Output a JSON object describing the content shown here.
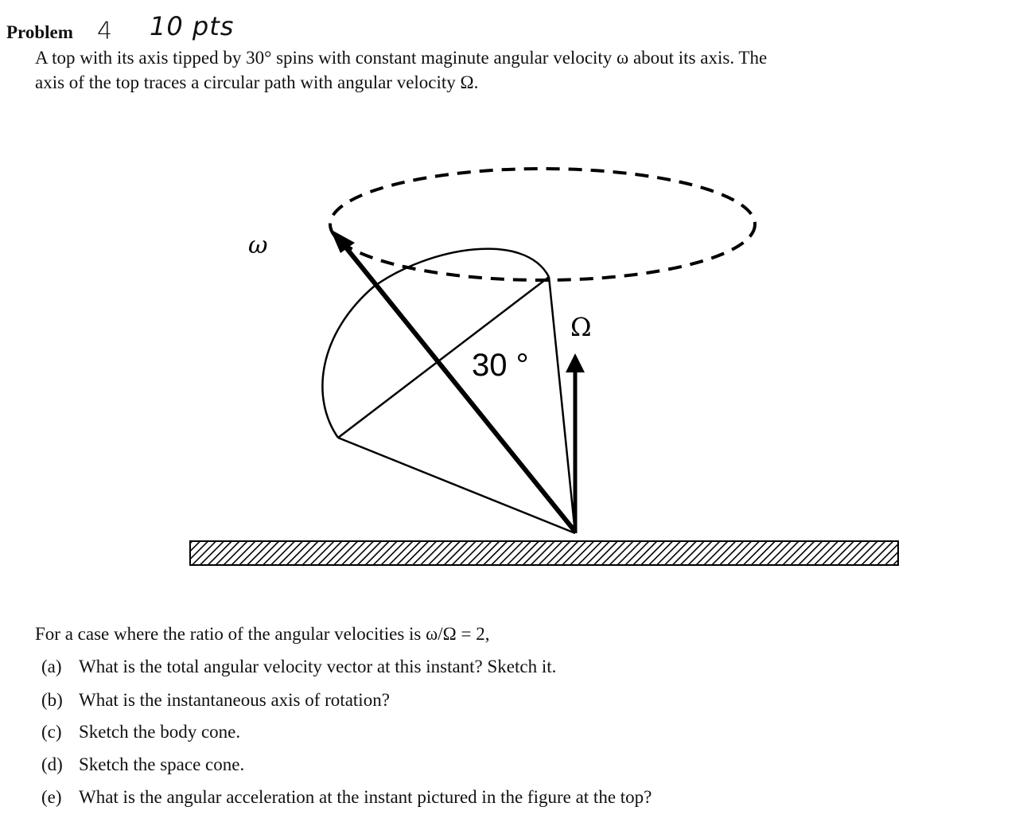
{
  "header": {
    "title": "Problem",
    "handwritten_number": "4",
    "handwritten_points": "10 pts"
  },
  "intro": {
    "line1": "A top with its axis tipped by 30° spins with constant maginute angular velocity ω about its axis. The",
    "line2": "axis of the top traces a circular path with angular velocity Ω."
  },
  "figure": {
    "omega_label": "ω",
    "Omega_label": "Ω",
    "angle_label": "30 °"
  },
  "ratio_text": "For a case where the ratio of the angular velocities is ω/Ω = 2,",
  "questions": [
    {
      "label": "(a)",
      "text": "What is the total angular velocity vector at this instant? Sketch it."
    },
    {
      "label": "(b)",
      "text": "What is the instantaneous axis of rotation?"
    },
    {
      "label": "(c)",
      "text": "Sketch the body cone."
    },
    {
      "label": "(d)",
      "text": "Sketch the space cone."
    },
    {
      "label": "(e)",
      "text": "What is the angular acceleration at the instant pictured in the figure at the top?"
    }
  ]
}
